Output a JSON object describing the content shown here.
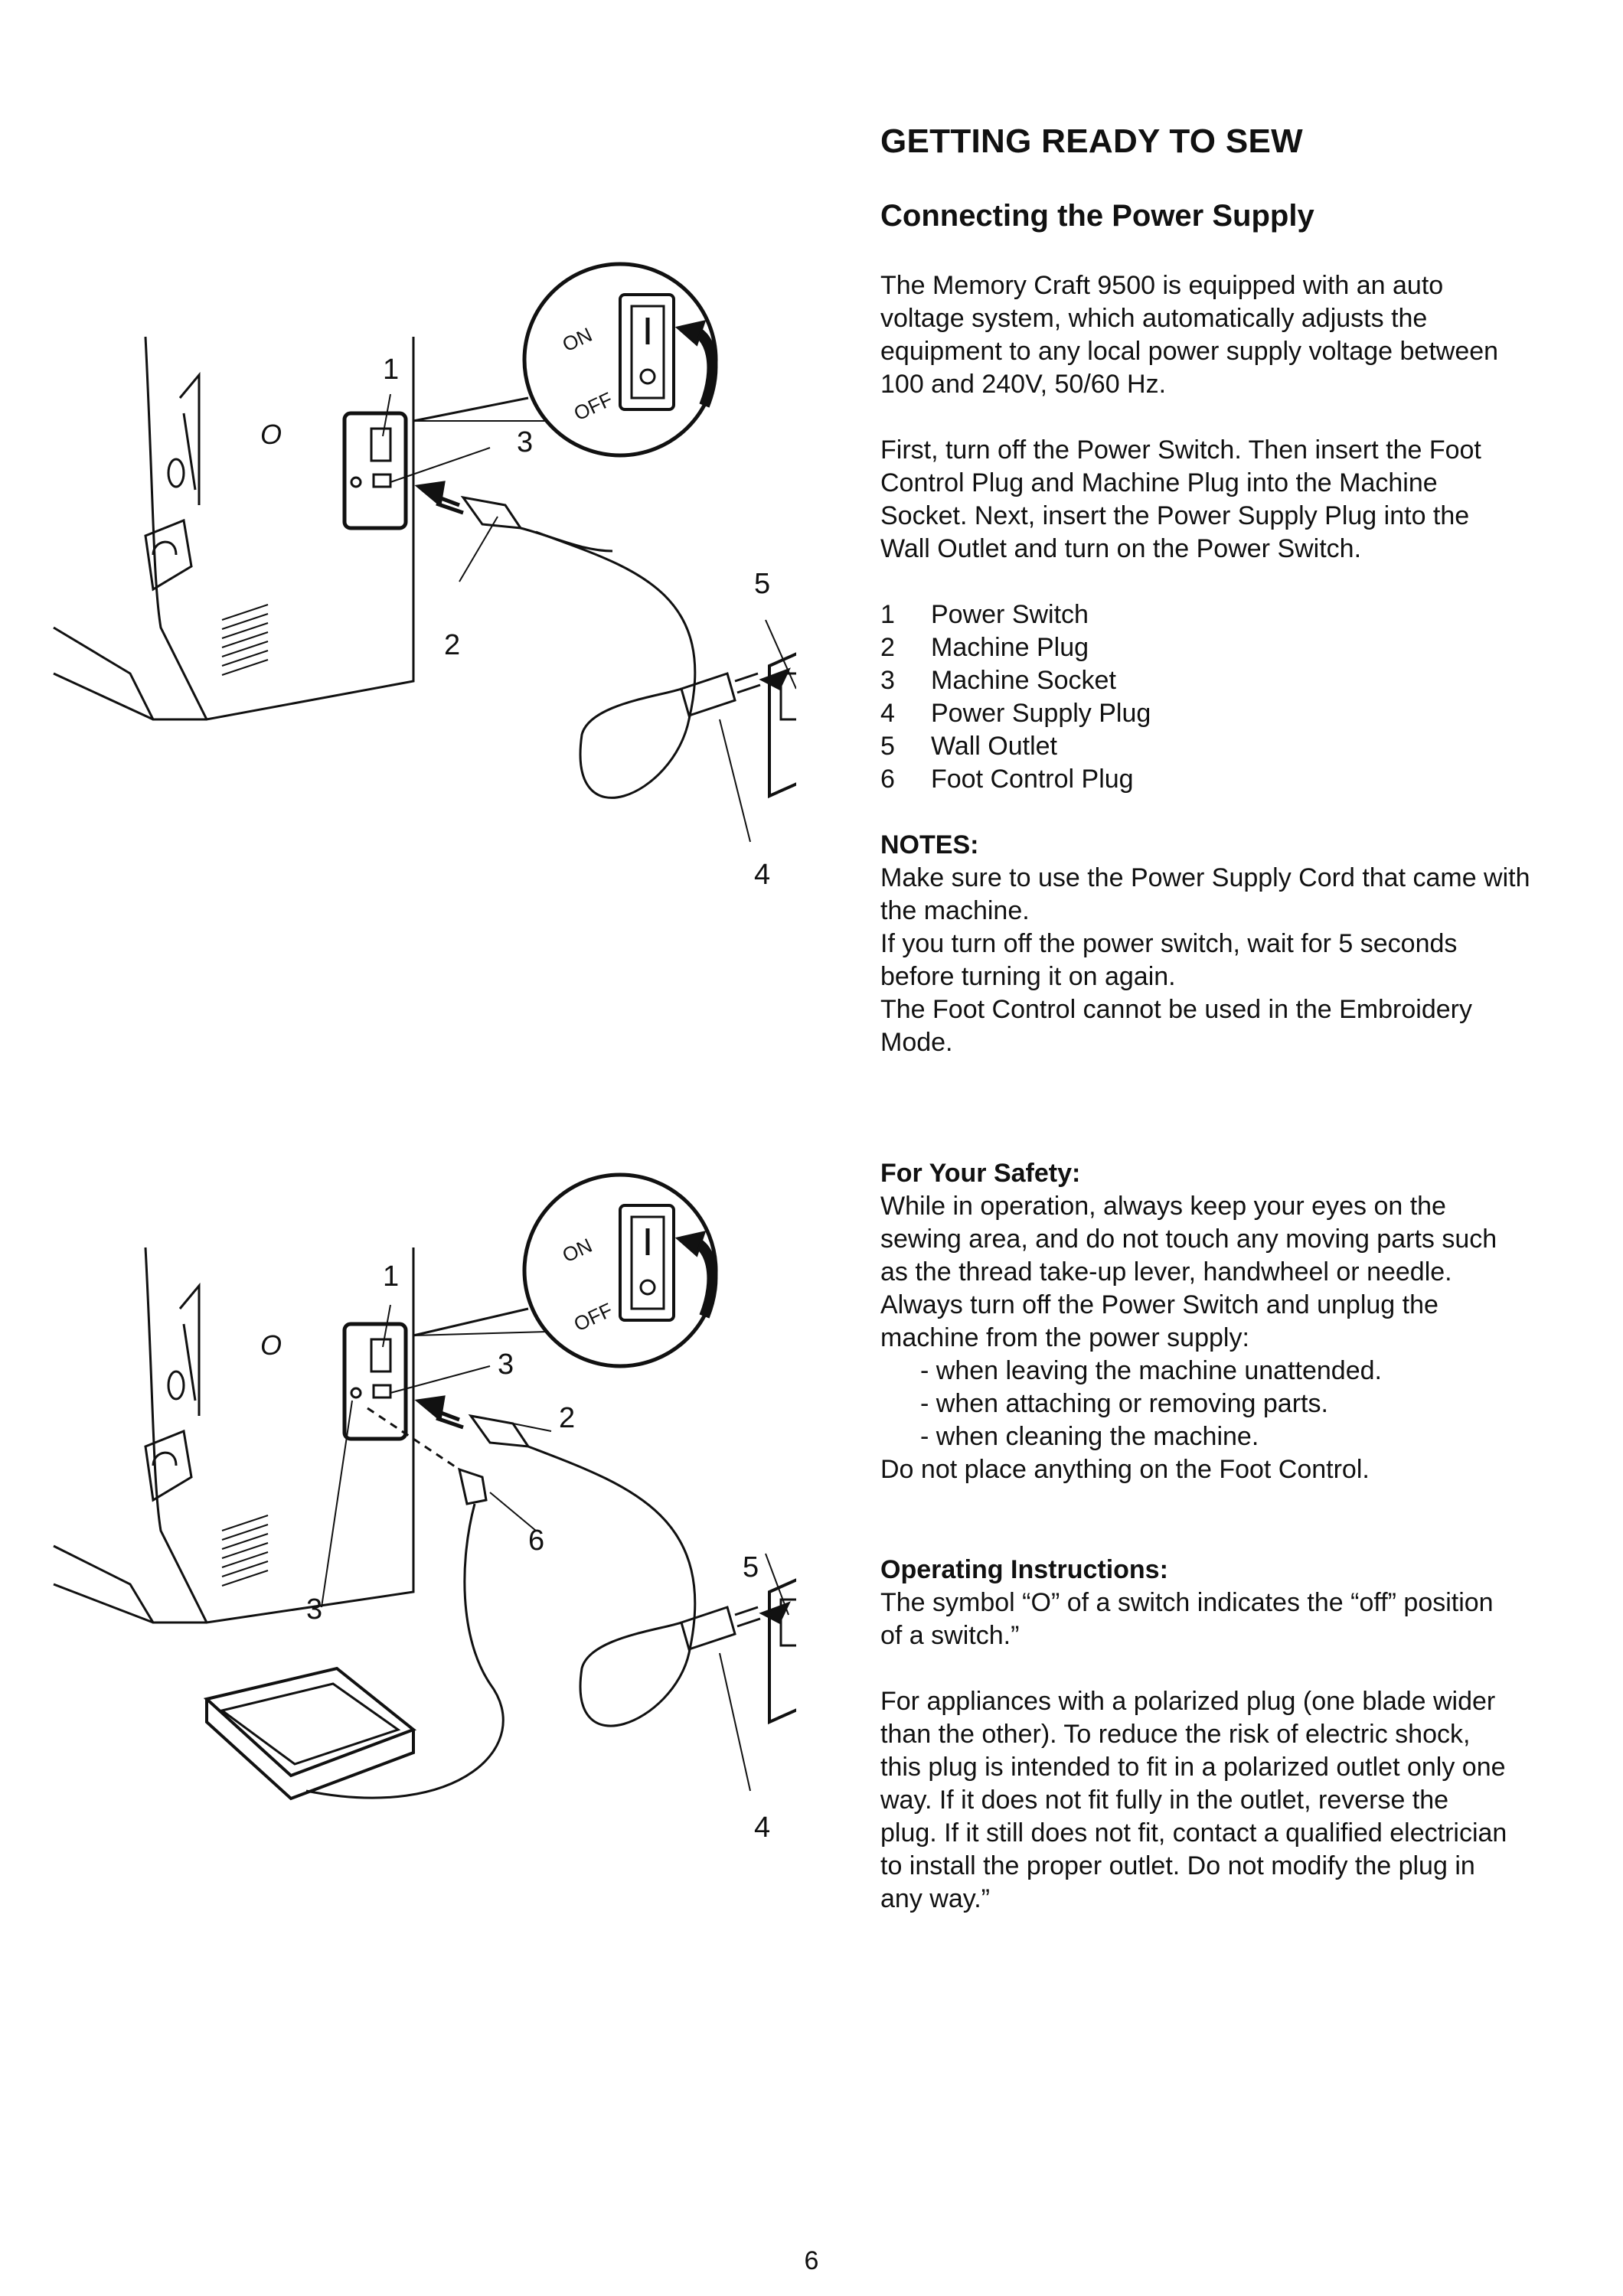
{
  "header": {
    "title": "GETTING READY TO SEW",
    "section_title": "Connecting the Power Supply"
  },
  "intro": {
    "para1": [
      "The Memory Craft 9500 is equipped with an auto",
      "voltage system, which automatically adjusts the",
      "equipment to any local power supply voltage between",
      "100 and 240V, 50/60 Hz."
    ],
    "para2": [
      "First, turn off the Power Switch. Then insert the Foot",
      "Control Plug and Machine Plug into the Machine",
      "Socket. Next, insert the Power Supply Plug into the",
      "Wall Outlet and turn on the Power Switch."
    ]
  },
  "parts_list": [
    {
      "num": "1",
      "label": "Power Switch"
    },
    {
      "num": "2",
      "label": "Machine Plug"
    },
    {
      "num": "3",
      "label": "Machine Socket"
    },
    {
      "num": "4",
      "label": "Power Supply Plug"
    },
    {
      "num": "5",
      "label": "Wall Outlet"
    },
    {
      "num": "6",
      "label": "Foot Control Plug"
    }
  ],
  "notes": {
    "heading": "NOTES:",
    "lines": [
      "Make sure to use the Power Supply Cord that came with",
      "the machine.",
      "If you turn off the power switch, wait for 5 seconds",
      "before turning it on again.",
      "The Foot Control cannot be used in the Embroidery",
      "Mode."
    ]
  },
  "safety": {
    "heading": "For Your Safety:",
    "lines": [
      "While in operation, always keep your eyes on the",
      "sewing area, and do not touch any moving parts such",
      "as the thread take-up lever, handwheel or needle.",
      "Always turn off the Power Switch and unplug the",
      "machine from the power supply:"
    ],
    "bullets": [
      "- when leaving the machine unattended.",
      "- when attaching or removing parts.",
      "- when cleaning the machine."
    ],
    "closing": "Do not place anything on the Foot Control."
  },
  "operating": {
    "heading": "Operating Instructions:",
    "para1": [
      "The symbol “O” of a switch indicates the “off” position",
      "of a switch.”"
    ],
    "para2": [
      "For appliances with a polarized plug (one blade wider",
      "than the other). To reduce the risk of electric shock,",
      "this plug is intended to fit in a polarized outlet only one",
      "way. If it does not fit fully in the outlet, reverse the",
      "plug. If it still does not fit, contact a qualified electrician",
      "to install the proper outlet. Do not modify the plug in",
      "any way.”"
    ]
  },
  "figure1": {
    "callouts": [
      "1",
      "2",
      "3",
      "4",
      "5"
    ],
    "switch_on": "ON",
    "switch_off": "OFF",
    "off_symbol": "O"
  },
  "figure2": {
    "callouts": [
      "1",
      "2",
      "3",
      "3",
      "4",
      "5",
      "6"
    ],
    "switch_on": "ON",
    "switch_off": "OFF",
    "off_symbol": "O"
  },
  "footer": {
    "page_number": "6"
  }
}
